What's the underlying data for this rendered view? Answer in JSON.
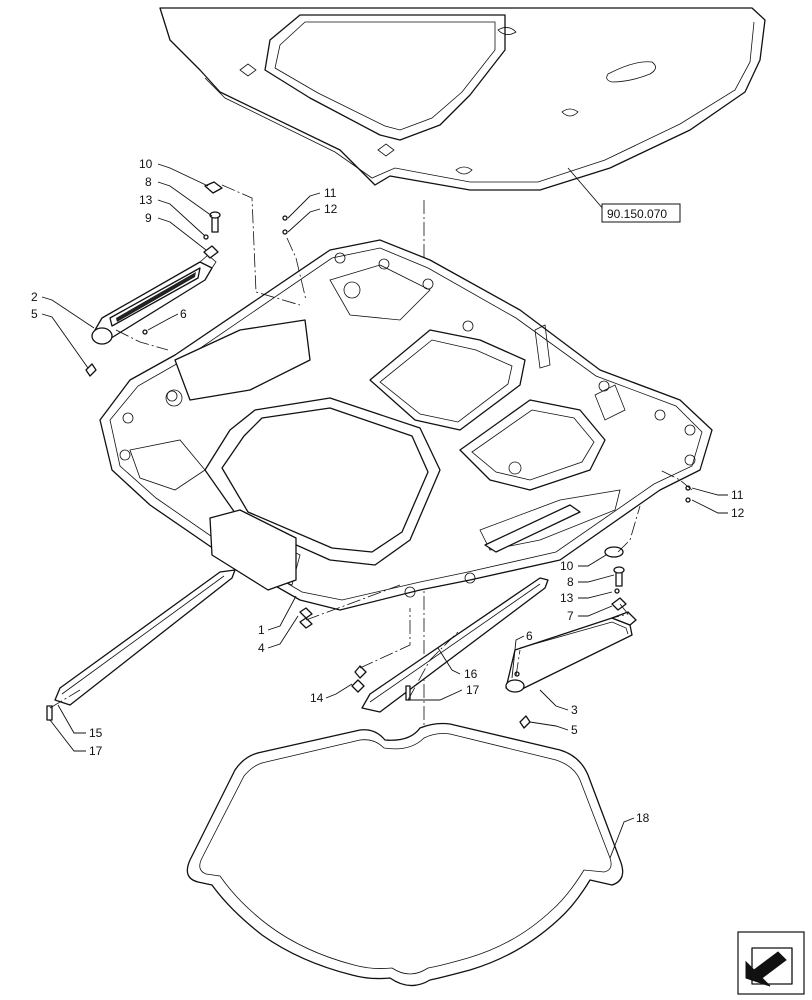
{
  "reference": "90.150.070",
  "callouts": {
    "c10a": "10",
    "c8a": "8",
    "c13a": "13",
    "c9": "9",
    "c11a": "11",
    "c12a": "12",
    "c2": "2",
    "c5a": "5",
    "c6a": "6",
    "c11b": "11",
    "c12b": "12",
    "c10b": "10",
    "c8b": "8",
    "c13b": "13",
    "c7": "7",
    "c6b": "6",
    "c3": "3",
    "c5b": "5",
    "c1": "1",
    "c4": "4",
    "c16": "16",
    "c17a": "17",
    "c14": "14",
    "c15": "15",
    "c17b": "17",
    "c18": "18"
  },
  "icons": {
    "navigation": "next-page-arrow-icon"
  }
}
